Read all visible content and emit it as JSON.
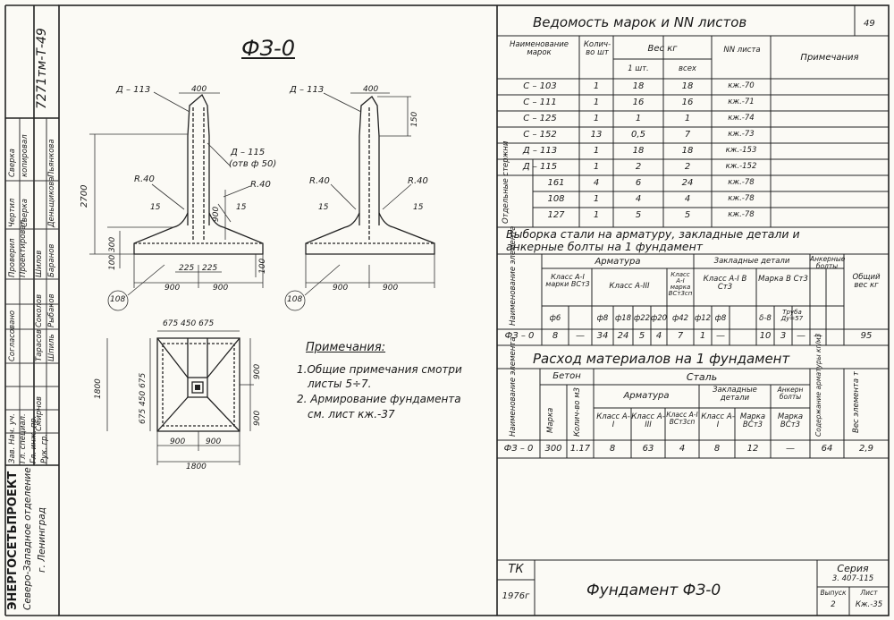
{
  "stamp": {
    "code": "7271тм-Т-49",
    "org_name": "ЭНЕРГОСЕТЬПРОЕКТ",
    "org_sub1": "Северо-Западное отделение",
    "org_sub2": "г. Ленинград",
    "roles": [
      "Зав. Нач. уч.",
      "Гл. специал.",
      "Гл. инж. пр.",
      "Рук. гр.",
      "Проверил",
      "Проектировал",
      "Чертил",
      "Сверка",
      "Согласовано"
    ],
    "names": [
      "Тарасов",
      "Шпиль",
      "Соколов",
      "Рыбаков",
      "Шилов",
      "Баранов",
      "Деньщикова",
      "Пьянкова",
      "Смирнов"
    ],
    "sign_top": "Сверка",
    "sign_top2": "копировал"
  },
  "drawing": {
    "title": "ФЗ-0",
    "label_d113_left": "Д – 113",
    "label_d113_right": "Д – 113",
    "label_d115": "Д – 115",
    "label_d115_note": "(отв ф 50)",
    "dim_400_left": "400",
    "dim_400_right": "400",
    "dim_150": "150",
    "dim_2700": "2700",
    "dim_900_v": "900",
    "dim_100_300": "100 300",
    "dim_100_right": "100",
    "dim_r40_1": "R.40",
    "dim_r40_2": "R.40",
    "dim_r40_3": "R.40",
    "dim_r40_4": "R.40",
    "dim_15_1": "15",
    "dim_15_2": "15",
    "dim_15_3": "15",
    "dim_15_4": "15",
    "dim_225a": "225",
    "dim_225b": "225",
    "dim_900a": "900",
    "dim_900b": "900",
    "dim_900c": "900",
    "dim_900d": "900",
    "mark_108_left": "108",
    "mark_108_right": "108",
    "plan_top_dims": "675  450  675",
    "plan_side_dims": "675  450  675",
    "plan_1800_left": "1800",
    "plan_900_right": "900",
    "plan_900_right2": "900",
    "plan_900_bot_a": "900",
    "plan_900_bot_b": "900",
    "plan_1800_bot": "1800"
  },
  "notes": {
    "heading": "Примечания:",
    "line1": "1.Общие примечания смотри",
    "line1b": "листы 5÷7.",
    "line2": "2. Армирование фундамента",
    "line2b": "см. лист   кж.-37"
  },
  "vedomost": {
    "title": "Ведомость марок и NN листов",
    "sheet_no": "49",
    "h_name": "Наименование марок",
    "h_qty": "Колич-во шт",
    "h_weight": "Вес  кг",
    "h_w1": "1 шт.",
    "h_wall": "всех",
    "h_nn": "NN листа",
    "h_note": "Примечания",
    "side_label": "Отдельные стержни",
    "rows": [
      {
        "name": "С  –  103",
        "qty": "1",
        "w1": "18",
        "wall": "18",
        "nn": "кж.-70"
      },
      {
        "name": "С  –  111",
        "qty": "1",
        "w1": "16",
        "wall": "16",
        "nn": "кж.-71"
      },
      {
        "name": "С  –  125",
        "qty": "1",
        "w1": "1",
        "wall": "1",
        "nn": "кж.-74"
      },
      {
        "name": "С  –  152",
        "qty": "13",
        "w1": "0,5",
        "wall": "7",
        "nn": "кж.-73"
      },
      {
        "name": "Д  –  113",
        "qty": "1",
        "w1": "18",
        "wall": "18",
        "nn": "кж.-153"
      },
      {
        "name": "Д  –  115",
        "qty": "1",
        "w1": "2",
        "wall": "2",
        "nn": "кж.-152"
      },
      {
        "name": "161",
        "qty": "4",
        "w1": "6",
        "wall": "24",
        "nn": "кж.-78"
      },
      {
        "name": "108",
        "qty": "1",
        "w1": "4",
        "wall": "4",
        "nn": "кж.-78"
      },
      {
        "name": "127",
        "qty": "1",
        "w1": "5",
        "wall": "5",
        "nn": "кж.-78"
      }
    ]
  },
  "vyborka": {
    "title1": "Выборка  стали  на  арматуру, закладные  детали  и",
    "title2": "анкерные  болты  на  1  фундамент",
    "h_name": "Наименование элемента",
    "h_arm": "Арматура",
    "h_zakl": "Закладные детали",
    "h_ankern": "Анкерные болты",
    "h_total": "Общий вес кг",
    "h_c1": "Класс А-I марки ВСт3",
    "h_c2": "Класс А-III",
    "h_c3": "Класс А-I марка ВСт3сп",
    "h_c4": "Класс А-I В Ст3",
    "h_c5": "Марка В Ст3",
    "d1": "ф6",
    "d2": "ф8",
    "d3": "ф18",
    "d4": "ф22",
    "d5": "ф20",
    "d6": "ф42",
    "d7": "ф12",
    "d8": "ф8",
    "d9": "δ-8",
    "d10": "Труба Ду=57",
    "row_name": "ФЗ – 0",
    "row": [
      "8",
      "—",
      "34",
      "24",
      "5",
      "4",
      "7",
      "1",
      "—",
      "10",
      "3",
      "—",
      "—",
      "95"
    ]
  },
  "rashod": {
    "title": "Расход  материалов  на  1  фундамент",
    "h_name": "Наименование элемента",
    "h_beton": "Бетон",
    "h_marka": "Марка",
    "h_kol": "Колич-во м3",
    "h_stal": "Сталь",
    "h_arm": "Арматура",
    "h_zakl": "Закладные детали",
    "h_ank": "Анкерн болты",
    "h_sod": "Содержание арматуры кг/м3",
    "h_ves": "Вес элемента т",
    "h_a1": "Класс А-I",
    "h_a3": "Класс А-III",
    "h_a1s": "Класс А-I ВСт3сп",
    "h_z1": "Класс А-I",
    "h_z2": "Марка ВСт3",
    "h_an": "Марка ВСт3",
    "row_name": "ФЗ – 0",
    "row": [
      "300",
      "1.17",
      "8",
      "63",
      "4",
      "8",
      "12",
      "—",
      "64",
      "2,9"
    ]
  },
  "titleblock": {
    "tk": "ТК",
    "year": "1976г",
    "name": "Фундамент   ФЗ-0",
    "seria": "Серия",
    "seria_no": "3. 407-115",
    "vypusk": "Выпуск",
    "vypusk_no": "2",
    "list": "Лист",
    "list_no": "Кж.-35"
  }
}
